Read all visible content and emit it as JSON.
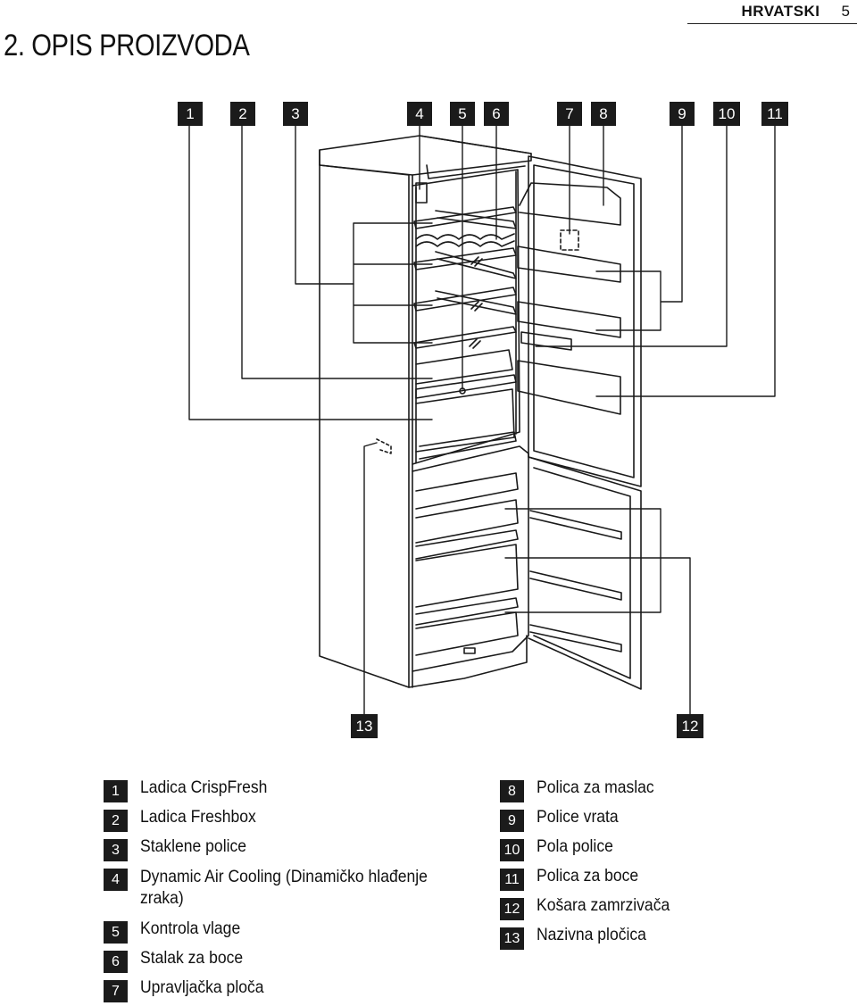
{
  "header": {
    "language": "HRVATSKI",
    "page_number": "5"
  },
  "section": {
    "title": "2. OPIS PROIZVODA"
  },
  "diagram": {
    "callouts": [
      "1",
      "2",
      "3",
      "4",
      "5",
      "6",
      "7",
      "8",
      "9",
      "10",
      "11",
      "12",
      "13"
    ]
  },
  "legend": {
    "left": [
      {
        "num": "1",
        "text": "Ladica CrispFresh"
      },
      {
        "num": "2",
        "text": "Ladica Freshbox"
      },
      {
        "num": "3",
        "text": "Staklene police"
      },
      {
        "num": "4",
        "text": "Dynamic Air Cooling (Dinamičko hlađenje zraka)"
      },
      {
        "num": "5",
        "text": "Kontrola vlage"
      },
      {
        "num": "6",
        "text": "Stalak za boce"
      },
      {
        "num": "7",
        "text": "Upravljačka ploča"
      }
    ],
    "right": [
      {
        "num": "8",
        "text": "Polica za maslac"
      },
      {
        "num": "9",
        "text": "Police vrata"
      },
      {
        "num": "10",
        "text": "Pola police"
      },
      {
        "num": "11",
        "text": "Polica za boce"
      },
      {
        "num": "12",
        "text": "Košara zamrzivača"
      },
      {
        "num": "13",
        "text": "Nazivna pločica"
      }
    ]
  }
}
